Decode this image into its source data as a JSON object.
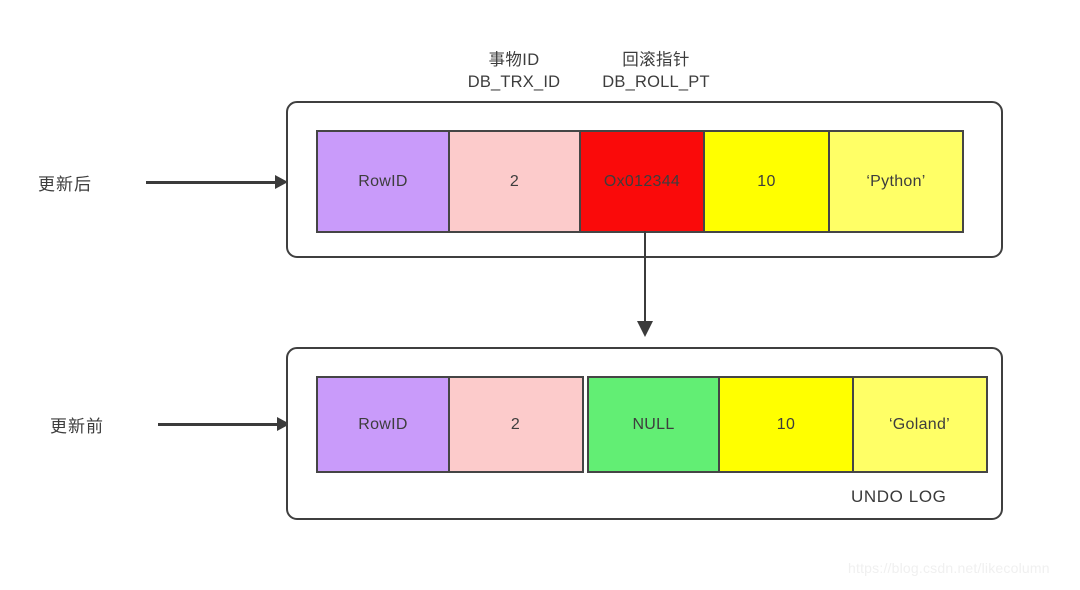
{
  "diagram": {
    "title_watermark": "https://blog.csdn.net/likecolumn",
    "column_headers": [
      {
        "cn": "事物ID",
        "en": "DB_TRX_ID"
      },
      {
        "cn": "回滚指针",
        "en": "DB_ROLL_PT"
      }
    ],
    "rows": [
      {
        "side_label": "更新后",
        "cells": [
          {
            "text": "RowID",
            "color": "#C99BFA"
          },
          {
            "text": "2",
            "color": "#FCCBCB"
          },
          {
            "text": "Ox012344",
            "color": "#FA0A0A"
          },
          {
            "text": "10",
            "color": "#FFFF00"
          },
          {
            "text": "‘Python’",
            "color": "#FFFF66"
          }
        ]
      },
      {
        "side_label": "更新前",
        "caption": "UNDO LOG",
        "cells": [
          {
            "text": "RowID",
            "color": "#C99BFA"
          },
          {
            "text": "2",
            "color": "#FCCBCB"
          },
          {
            "text": "NULL",
            "color": "#62EE74"
          },
          {
            "text": "10",
            "color": "#FFFF00"
          },
          {
            "text": "‘Goland’",
            "color": "#FFFF66"
          }
        ]
      }
    ],
    "colors": {
      "rowid_purple": "#C99BFA",
      "trx_pink": "#FCCBCB",
      "roll_pointer_red": "#FA0A0A",
      "roll_pointer_null_green": "#62EE74",
      "value_yellow": "#FFFF00",
      "value_light_yellow": "#FFFF66",
      "stroke": "#3f3f3f",
      "text": "#3d3d3d",
      "background": "#FFFFFF"
    }
  }
}
